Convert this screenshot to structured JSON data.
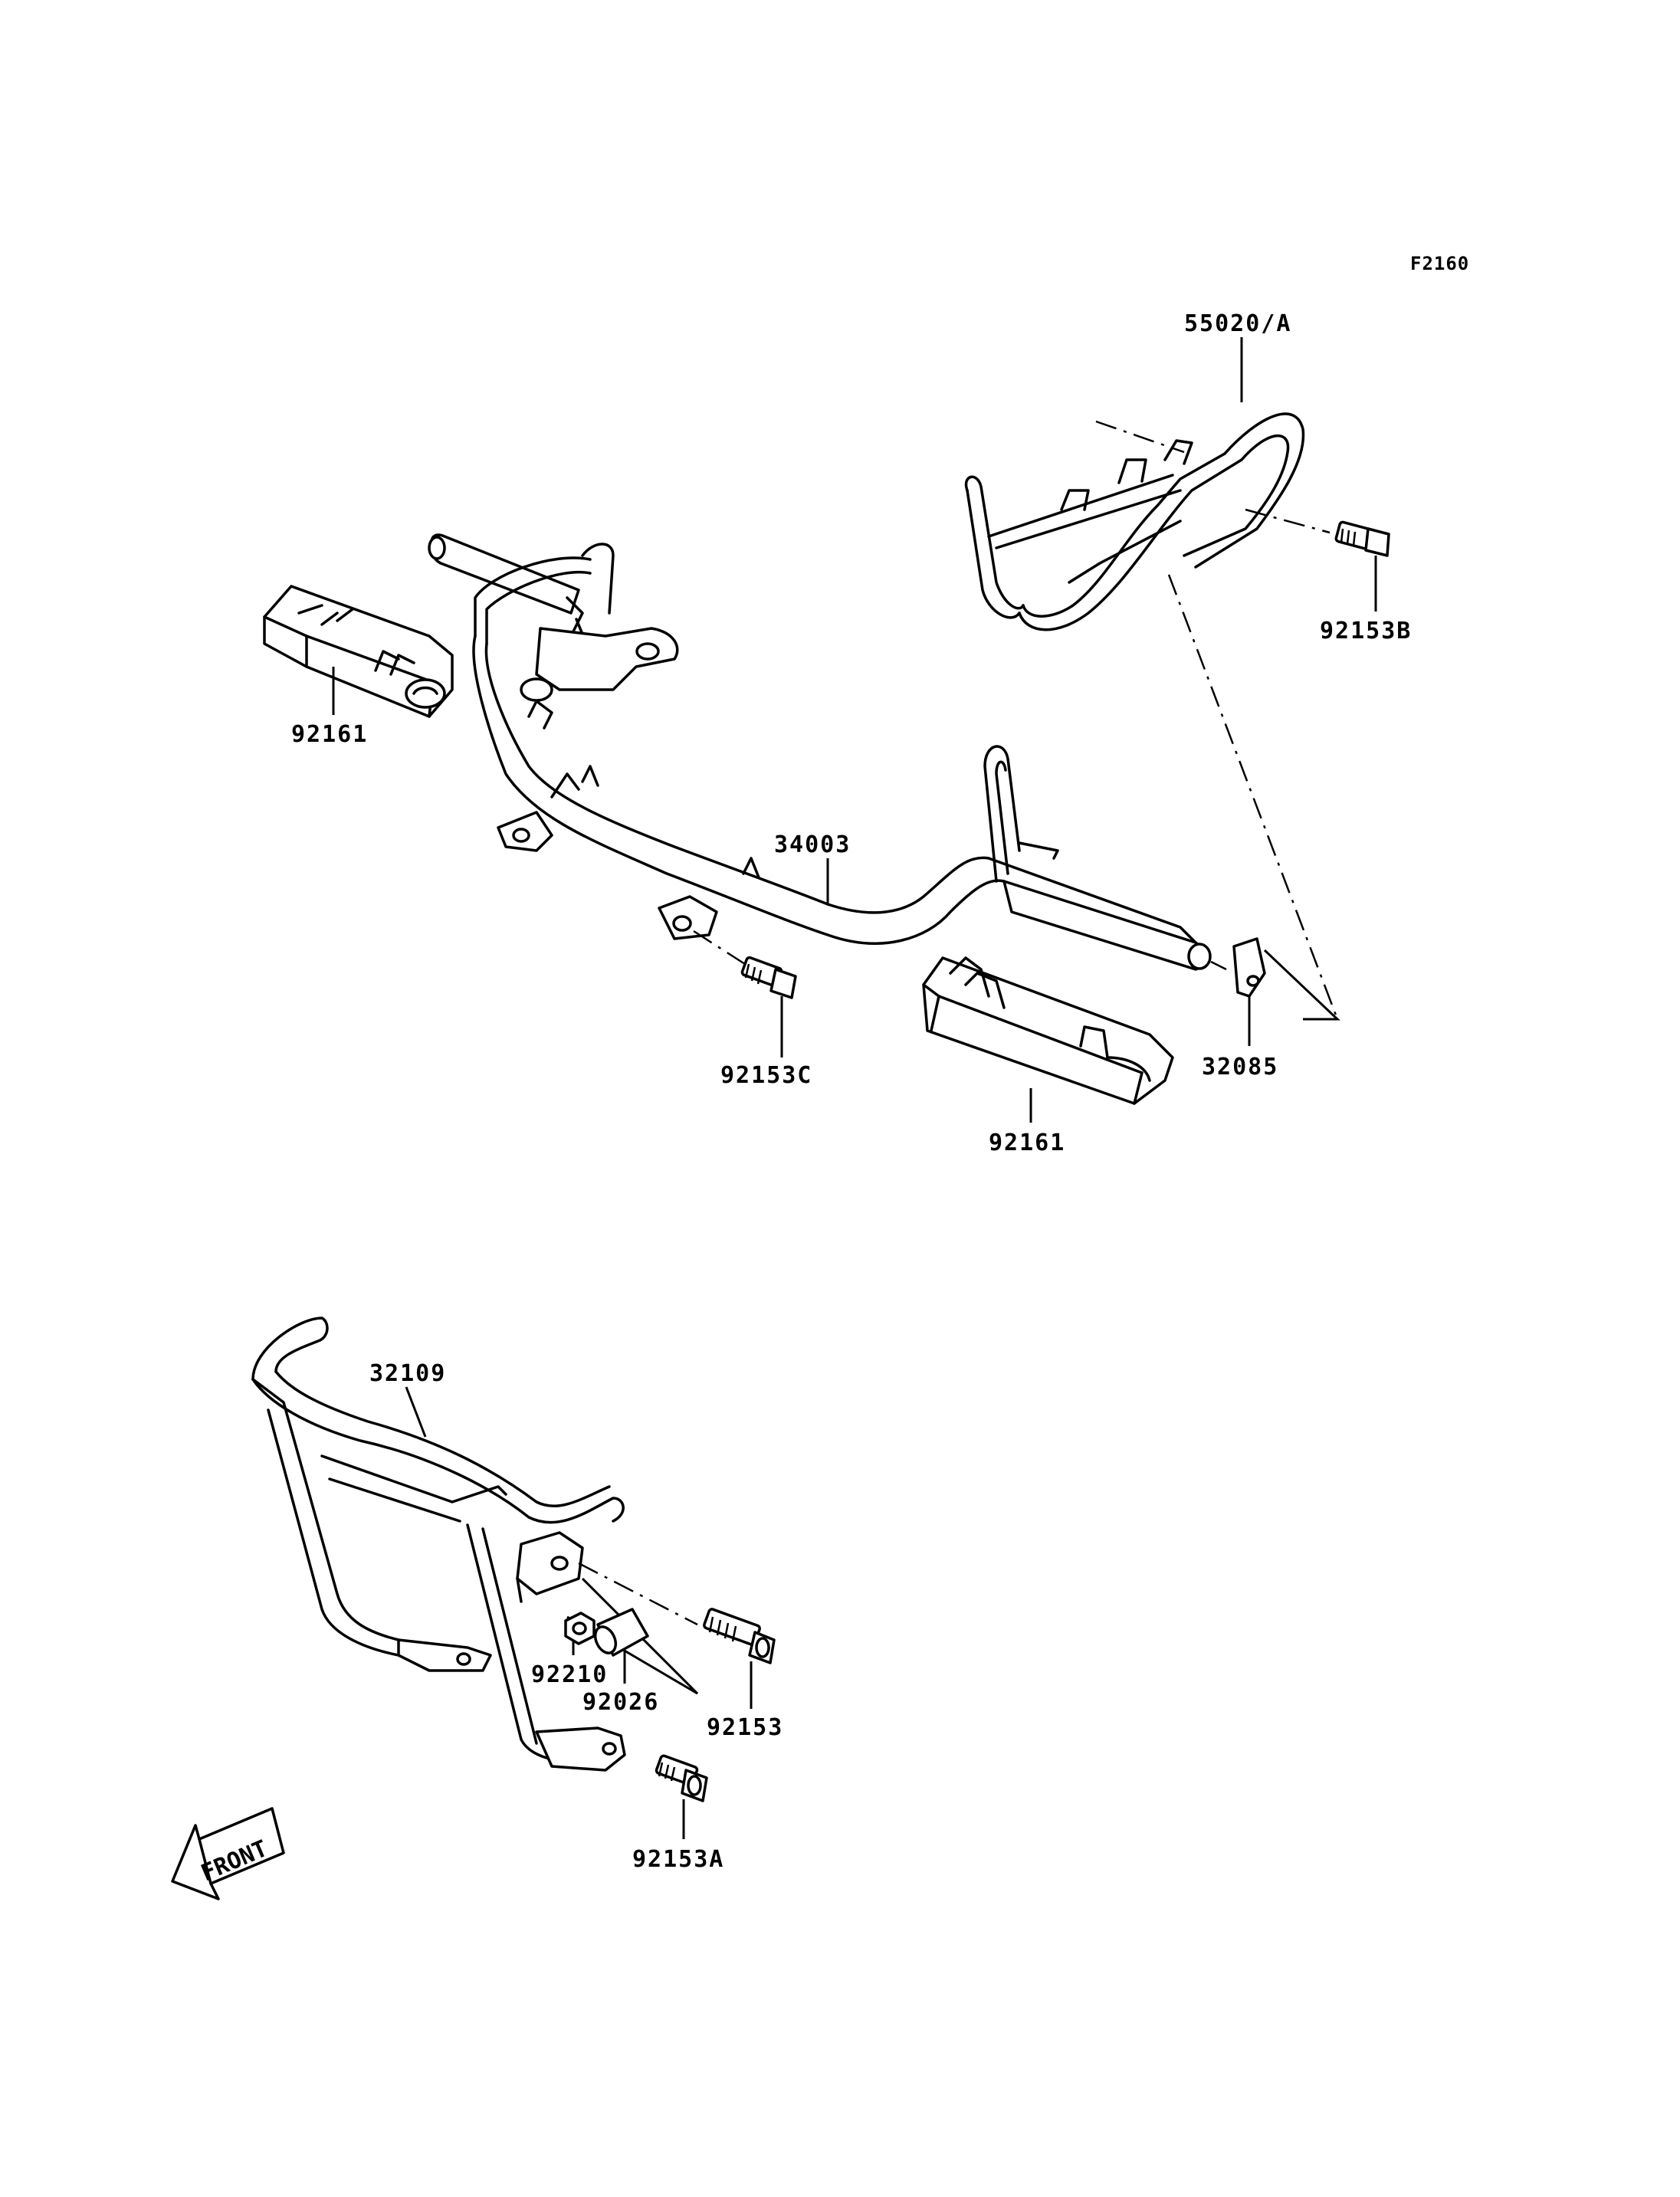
{
  "figure_id": "F2160",
  "callouts": {
    "p55020A": "55020/A",
    "p92153B": "92153B",
    "p92161_left": "92161",
    "p34003": "34003",
    "p92153C": "92153C",
    "p32085": "32085",
    "p92161_right": "92161",
    "p32109": "32109",
    "p92210": "92210",
    "p92026": "92026",
    "p92153": "92153",
    "p92153A": "92153A"
  },
  "front_arrow": "FRONT",
  "colors": {
    "ink": "#000000",
    "paper": "#ffffff"
  }
}
